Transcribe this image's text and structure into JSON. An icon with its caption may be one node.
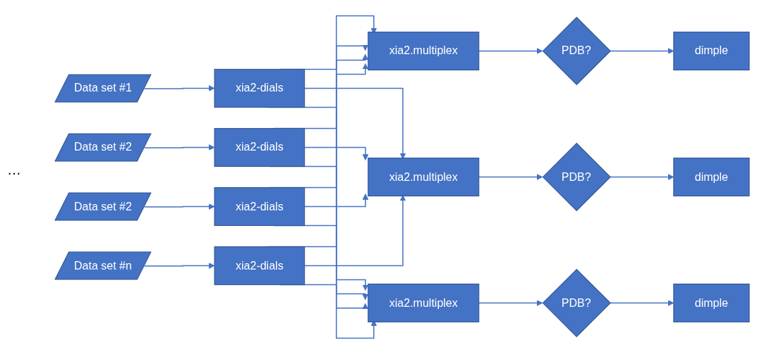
{
  "diagram": {
    "nodes": [
      {
        "text": [
          "Data set #1"
        ]
      },
      {
        "text": [
          "xia2-dials"
        ]
      },
      {
        "text": [
          "Data set #2"
        ]
      },
      {
        "text": [
          "xia2-dials"
        ]
      },
      {
        "text": [
          "xia2.multiplex"
        ]
      },
      {
        "text": [
          "PDB?"
        ]
      },
      {
        "text": [
          "dimple"
        ]
      },
      {
        "text": [
          "Data set #2"
        ]
      },
      {
        "text": [
          "xia2-dials"
        ]
      },
      {
        "text": [
          "xia2.multiplex"
        ]
      },
      {
        "text": [
          "PDB?"
        ]
      },
      {
        "text": [
          "dimple"
        ]
      },
      {
        "text": [
          "Data set #n"
        ]
      },
      {
        "text": [
          "xia2-dials"
        ]
      },
      {
        "text": [
          "xia2.multiplex"
        ]
      },
      {
        "text": [
          "PDB?"
        ]
      },
      {
        "text": [
          "dimple"
        ]
      }
    ],
    "edges": [
      {
        "from": 0,
        "to": 1,
        "arrow": "to"
      },
      {
        "from": 2,
        "to": 3,
        "arrow": "to"
      },
      {
        "from": 7,
        "to": 8,
        "arrow": "to"
      },
      {
        "from": 12,
        "to": 13,
        "arrow": "to"
      },
      {
        "from": 1,
        "to": 4,
        "arrow": "to"
      },
      {
        "from": 1,
        "to": 9,
        "arrow": "to"
      },
      {
        "from": 1,
        "to": 14,
        "arrow": "to"
      },
      {
        "from": 3,
        "to": 4,
        "arrow": "to"
      },
      {
        "from": 3,
        "to": 9,
        "arrow": "to"
      },
      {
        "from": 3,
        "to": 14,
        "arrow": "to"
      },
      {
        "from": 8,
        "to": 4,
        "arrow": "to"
      },
      {
        "from": 8,
        "to": 9,
        "arrow": "to"
      },
      {
        "from": 8,
        "to": 14,
        "arrow": "to"
      },
      {
        "from": 13,
        "to": 4,
        "arrow": "to"
      },
      {
        "from": 13,
        "to": 9,
        "arrow": "to"
      },
      {
        "from": 13,
        "to": 14,
        "arrow": "to"
      },
      {
        "from": 4,
        "to": 5,
        "arrow": "to"
      },
      {
        "from": 5,
        "to": 6,
        "arrow": "to"
      },
      {
        "from": 9,
        "to": 10,
        "arrow": "to"
      },
      {
        "from": 10,
        "to": 11,
        "arrow": "to"
      },
      {
        "from": 14,
        "to": 15,
        "arrow": "to"
      },
      {
        "from": 15,
        "to": 16,
        "arrow": "to"
      }
    ],
    "labels": [
      "…"
    ]
  }
}
